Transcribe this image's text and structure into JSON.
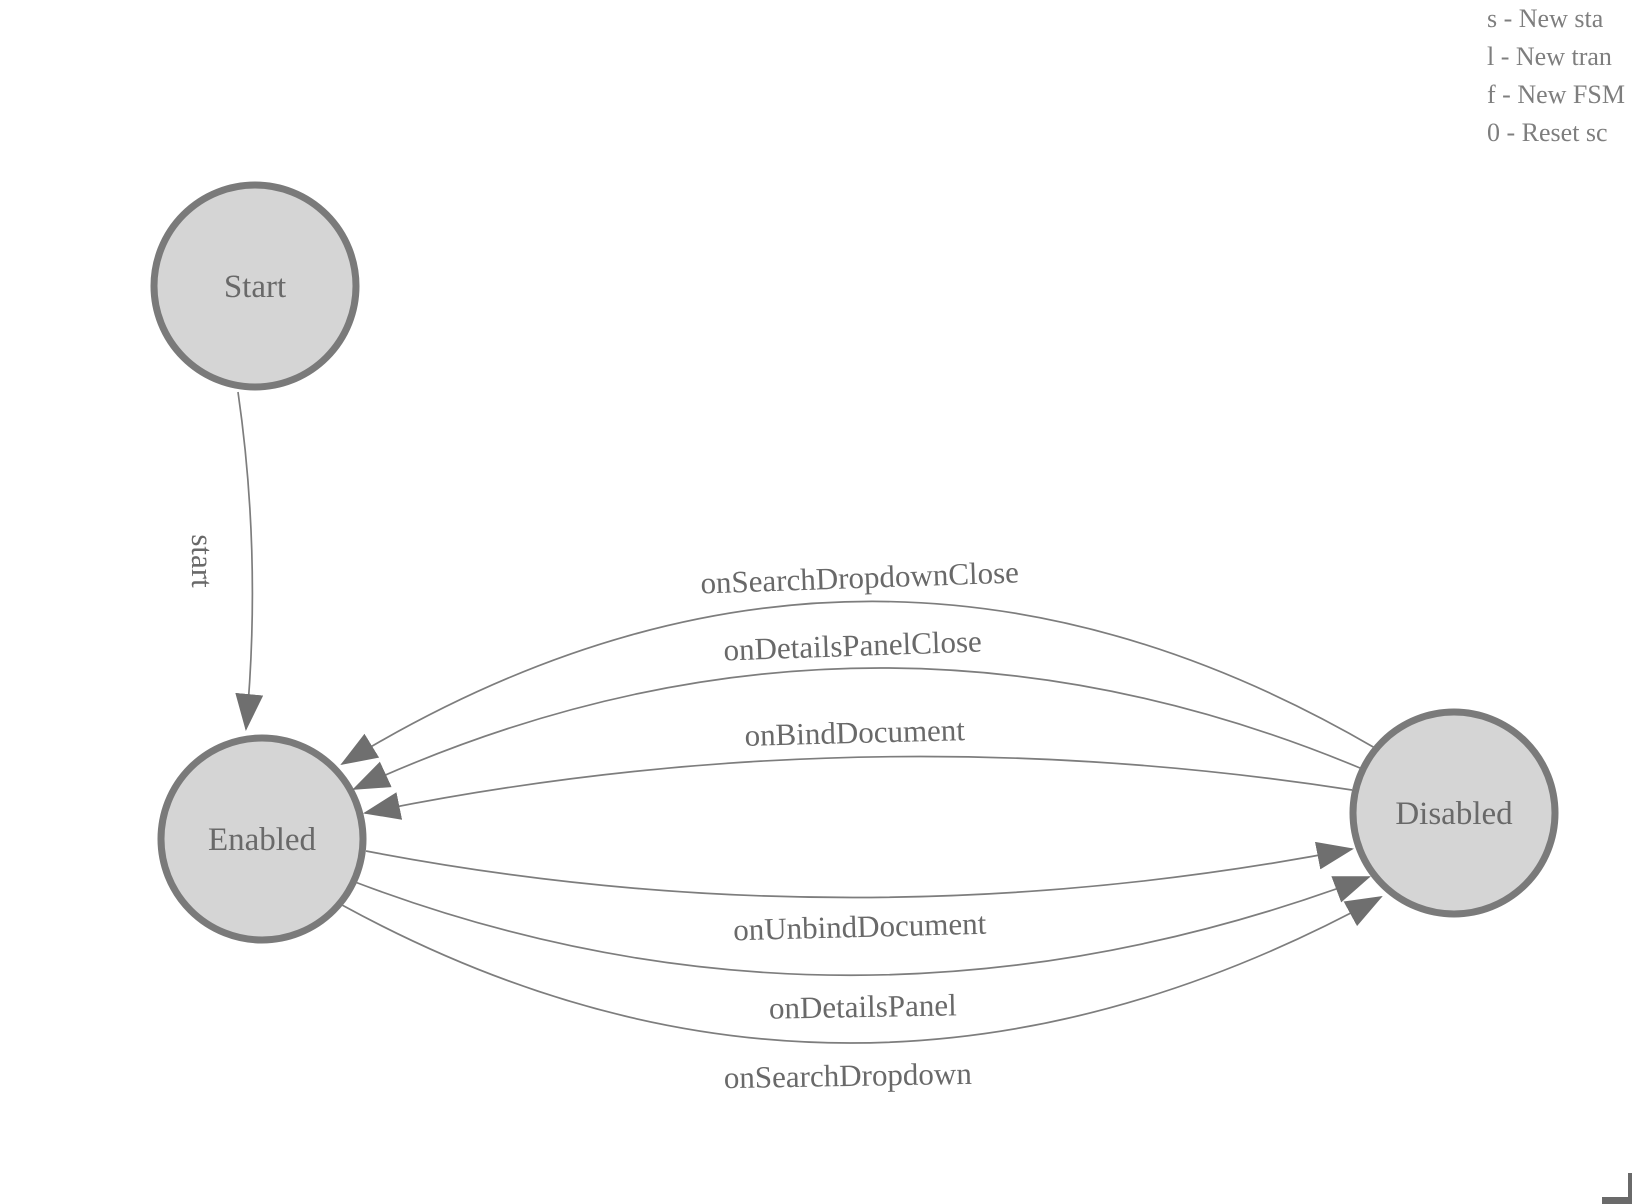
{
  "colors": {
    "node_fill": "#d5d5d5",
    "node_stroke": "#7a7a7a",
    "edge": "#7d7d7d",
    "arrow": "#6f6f6f",
    "label_text": "#696969",
    "legend_text": "#7e7e7e",
    "corner": "#6a6a6a"
  },
  "legend": {
    "lines": [
      "s - New sta",
      "l - New tran",
      "f - New FSM",
      "0 - Reset sc"
    ]
  },
  "diagram": {
    "states": [
      {
        "id": "start",
        "label": "Start"
      },
      {
        "id": "enabled",
        "label": "Enabled"
      },
      {
        "id": "disabled",
        "label": "Disabled"
      }
    ],
    "transitions": [
      {
        "label": "start",
        "from": "Start",
        "to": "Enabled"
      },
      {
        "label": "onSearchDropdownClose",
        "from": "Disabled",
        "to": "Enabled"
      },
      {
        "label": "onDetailsPanelClose",
        "from": "Disabled",
        "to": "Enabled"
      },
      {
        "label": "onBindDocument",
        "from": "Disabled",
        "to": "Enabled"
      },
      {
        "label": "onUnbindDocument",
        "from": "Enabled",
        "to": "Disabled"
      },
      {
        "label": "onDetailsPanel",
        "from": "Enabled",
        "to": "Disabled"
      },
      {
        "label": "onSearchDropdown",
        "from": "Enabled",
        "to": "Disabled"
      }
    ]
  }
}
